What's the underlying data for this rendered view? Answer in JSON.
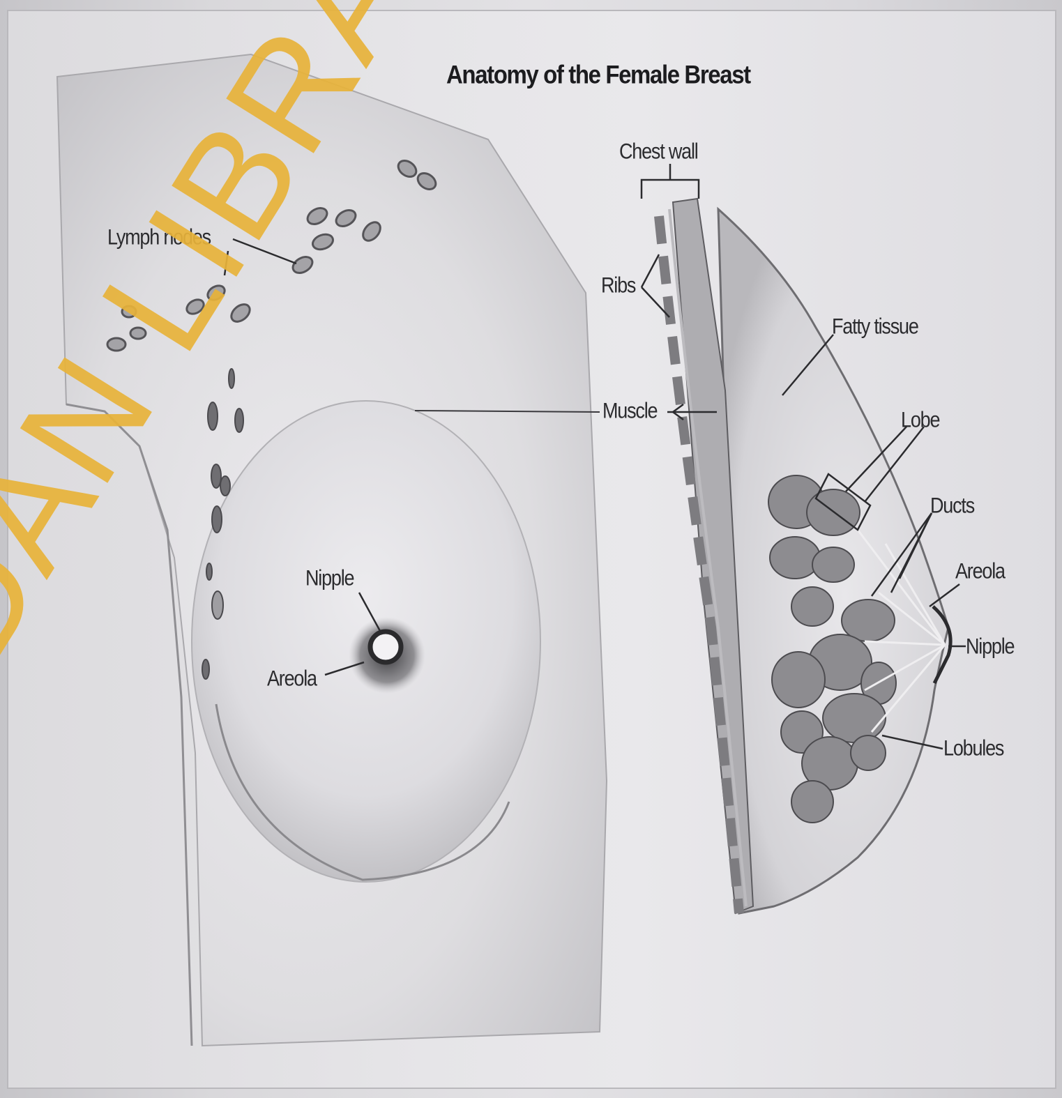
{
  "title": "Anatomy of the Female Breast",
  "labels": {
    "lymph_nodes": "Lymph nodes",
    "chest_wall": "Chest wall",
    "ribs": "Ribs",
    "fatty_tissue": "Fatty tissue",
    "muscle": "Muscle",
    "lobe": "Lobe",
    "ducts": "Ducts",
    "areola_side": "Areola",
    "nipple_side": "Nipple",
    "lobules": "Lobules",
    "nipple_front": "Nipple",
    "areola_front": "Areola"
  },
  "watermark": "OF IBADAN LIBRARY",
  "colors": {
    "watermark": "#e8b33a",
    "ink": "#2b2b2e",
    "paper": "#e6e5e8"
  }
}
